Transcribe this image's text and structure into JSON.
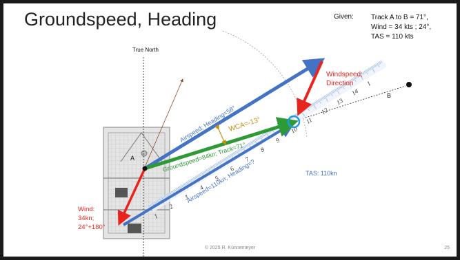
{
  "slide": {
    "title": "Groundspeed, Heading",
    "given_label": "Given:",
    "given_lines": [
      "Track A to B = 71°,",
      "Wind = 34 kts ; 24°,",
      "TAS = 110 kts"
    ],
    "footer": "© 2025 R. Künnemeyer",
    "page_number": "25"
  },
  "diagram": {
    "true_north_label": "True North",
    "point_a_label": "A",
    "point_b_label": "B",
    "windspeed_label_1": "Windspeed;",
    "windspeed_label_2": "Direction",
    "airspeed_heading_label": "Airspeed; Heading=58°",
    "wca_label": "WCA=-13°",
    "groundspeed_label": "Groundspeed=84kn; Track=71°",
    "airspeed_110_label": "Airspeed=110kn; Heading=?",
    "tas_label": "TAS: 110kn",
    "wind_label_1": "Wind:",
    "wind_label_2": "34kn;",
    "wind_label_3": "24°+180°",
    "ruler_numbers": [
      "1",
      "2",
      "3",
      "4",
      "5",
      "6",
      "7",
      "8",
      "9",
      "10",
      "11",
      "12",
      "13",
      "14",
      "1"
    ],
    "colors": {
      "wind_vector": "#e8241c",
      "airspeed_vector": "#4472c4",
      "groundspeed_vector": "#2e9a36",
      "wca_annotation": "#c8900a",
      "ruler_marks": "#7ea6d8",
      "target_circle": "#1e9be0"
    }
  }
}
